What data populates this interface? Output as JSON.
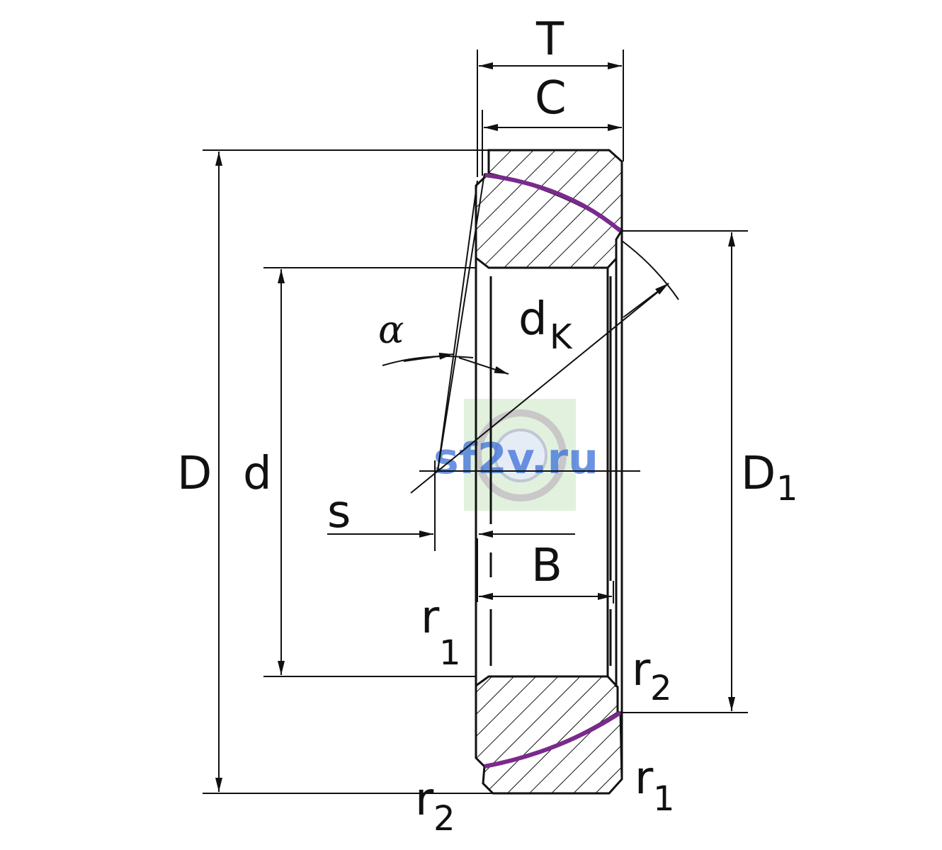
{
  "labels": {
    "T": "T",
    "C": "C",
    "D": "D",
    "d": "d",
    "D1_main": "D",
    "D1_sub": "1",
    "dK_main": "d",
    "dK_sub": "K",
    "alpha": "α",
    "s": "s",
    "B": "B",
    "r1_left_main": "r",
    "r1_left_sub": "1",
    "r2_right_main": "r",
    "r2_right_sub": "2",
    "r1_bottom_main": "r",
    "r1_bottom_sub": "1",
    "r2_bottom_main": "r",
    "r2_bottom_sub": "2"
  },
  "watermark": {
    "text": "sf2v.ru",
    "color": "#3a6fd8",
    "panel_color": "#dcefd8"
  },
  "colors": {
    "line": "#111111",
    "seal": "#7a2a8c",
    "background": "#ffffff"
  }
}
